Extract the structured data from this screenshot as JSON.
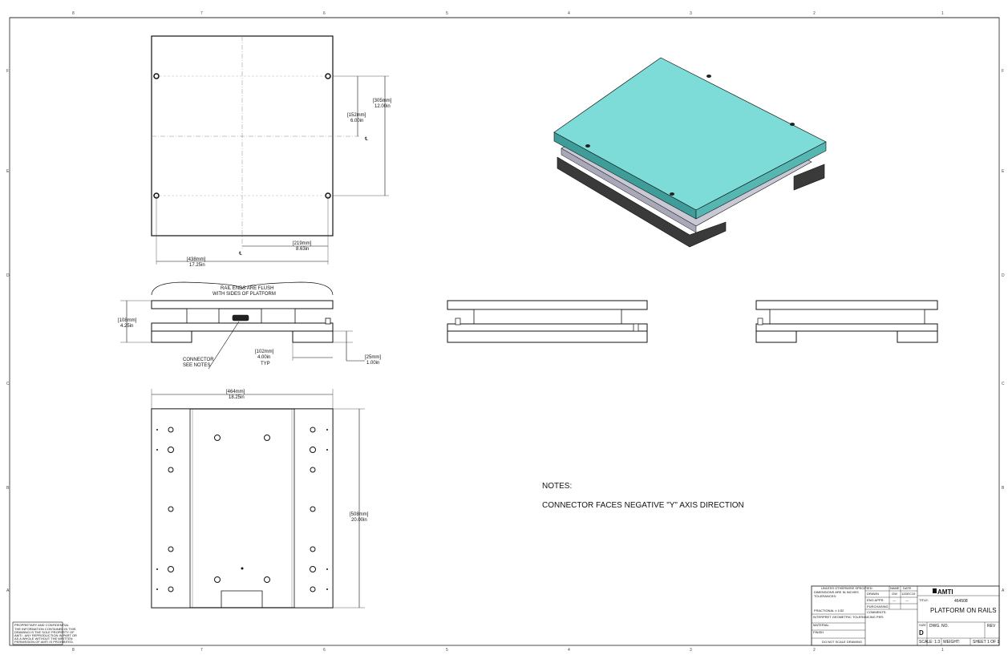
{
  "zones": {
    "columns": [
      "8",
      "7",
      "6",
      "5",
      "4",
      "3",
      "2",
      "1"
    ],
    "rows": [
      "F",
      "E",
      "D",
      "C",
      "B",
      "A"
    ]
  },
  "top_view": {
    "dim_hole_x": "[219mm]",
    "dim_hole_x_in": "8.63in",
    "dim_width": "[438mm]",
    "dim_width_in": "17.25in",
    "dim_hole_y": "[152mm]",
    "dim_hole_y_in": "6.00in",
    "dim_hole_span_y": "[305mm]",
    "dim_hole_span_y_in": "12.00in",
    "centerline_symbol": "℄"
  },
  "side_view": {
    "rail_note_1": "RAIL ENDS ARE FLUSH",
    "rail_note_2": "WITH SIDES OF PLATFORM",
    "dim_height": "[108mm]",
    "dim_height_in": "4.25in",
    "connector_label_1": "CONNECTOR",
    "connector_label_2": "SEE NOTES",
    "dim_rail": "[102mm]",
    "dim_rail_in": "4.00in",
    "dim_rail_typ": "TYP",
    "dim_rail_h": "[25mm]",
    "dim_rail_h_in": "1.00in"
  },
  "bottom_view": {
    "dim_width": "[464mm]",
    "dim_width_in": "18.25in",
    "dim_length": "[508mm]",
    "dim_length_in": "20.00in"
  },
  "notes": {
    "heading": "NOTES:",
    "line1": "CONNECTOR FACES NEGATIVE \"Y\" AXIS DIRECTION"
  },
  "title_block": {
    "unless_note": "UNLESS OTHERWISE SPECIFIED:",
    "dims_note": "DIMENSIONS ARE IN INCHES",
    "tolerances": "TOLERANCES:",
    "fractional": "FRACTIONAL ± 1/32",
    "interpret": "INTERPRET GEOMETRIC TOLERANCING PER:",
    "material": "MATERIAL",
    "finish": "FINISH",
    "do_not_scale": "DO NOT SCALE DRAWING",
    "col_name": "NAME",
    "col_date": "DATE",
    "drawn": "DRAWN",
    "drawn_name": "GW",
    "drawn_date": "12DEC19",
    "eng_appr": "ENG APPR.",
    "eng_name": "—",
    "eng_date": "—",
    "purchasing": "PURCHASING",
    "comments": "COMMENTS:",
    "company": "AMTI",
    "title_label": "TITLE:",
    "part_no": "464508",
    "title": "PLATFORM ON RAILS",
    "size_label": "SIZE",
    "size": "D",
    "dwg_no_label": "DWG. NO.",
    "rev_label": "REV",
    "scale": "SCALE: 1:3",
    "weight": "WEIGHT:",
    "sheet": "SHEET 1 OF 1"
  },
  "proprietary": {
    "heading": "PROPRIETARY AND CONFIDENTIAL",
    "line1": "THE INFORMATION CONTAINED IN THIS",
    "line2": "DRAWING IS THE SOLE PROPERTY OF",
    "line3": "AMTI . ANY REPRODUCTION IN PART OR",
    "line4": "AS A WHOLE WITHOUT THE WRITTEN",
    "line5": "PERMISSION OF AMTI IS PROHIBITED."
  },
  "colors": {
    "platform_top": "#7ddcd8",
    "platform_side": "#3f9d99",
    "plate_gray": "#c9c9d6",
    "rail_dark": "#3a3a3a",
    "line": "#111111"
  }
}
